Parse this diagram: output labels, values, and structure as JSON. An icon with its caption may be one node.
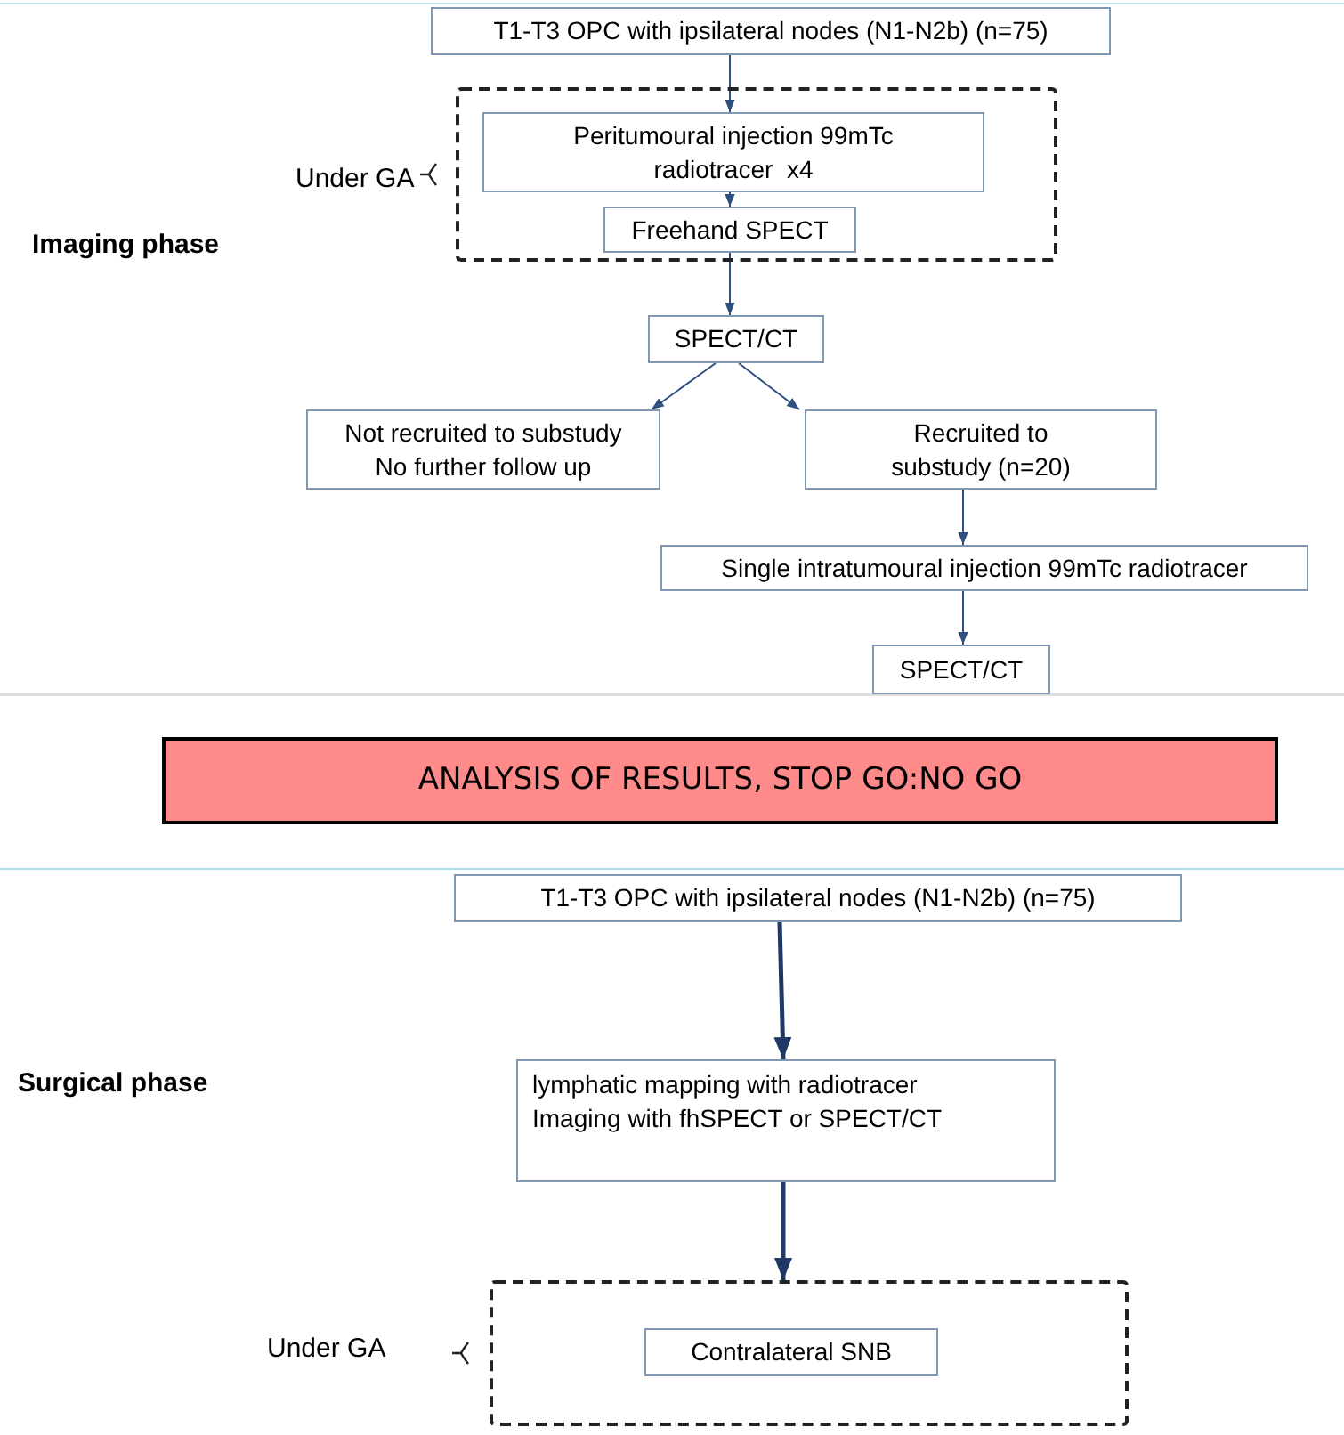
{
  "diagram": {
    "nodes": [
      {
        "text": [
          "T1-T3 OPC with ipsilateral nodes (N1-N2b) (n=75)"
        ]
      },
      {
        "text": [],
        "shape": "box",
        "beside": [
          "Under GA"
        ]
      },
      {
        "text": [
          "Peritumoural injection 99mTc radiotracer  x4"
        ],
        "in": 1
      },
      {
        "text": [
          "Freehand SPECT"
        ],
        "in": 1
      },
      {
        "text": [
          "SPECT/CT"
        ]
      },
      {
        "text": [
          "Not recruited to substudy",
          "No further follow up"
        ]
      },
      {
        "text": [
          "Recruited to substudy (n=20)"
        ]
      },
      {
        "text": [
          "Single intratumoural injection 99mTc radiotracer"
        ]
      },
      {
        "text": [
          "SPECT/CT"
        ]
      },
      {
        "text": [
          "ANALYSIS OF RESULTS, STOP GO:NO GO"
        ]
      },
      {
        "text": [
          "T1-T3 OPC with ipsilateral nodes (N1-N2b) (n=75)"
        ]
      },
      {
        "text": [
          "lymphatic mapping with radiotracer",
          "Imaging with fhSPECT or SPECT/CT"
        ]
      },
      {
        "text": [],
        "shape": "box",
        "beside": [
          "Under GA"
        ]
      },
      {
        "text": [
          "Contralateral SNB"
        ],
        "in": 12
      }
    ],
    "edges": [
      {
        "from": 0,
        "to": 2,
        "arrow": "to"
      },
      {
        "from": 2,
        "to": 3,
        "arrow": "to"
      },
      {
        "from": 3,
        "to": 4,
        "arrow": "to"
      },
      {
        "from": 4,
        "to": 5,
        "arrow": "to"
      },
      {
        "from": 4,
        "to": 6,
        "arrow": "to"
      },
      {
        "from": 6,
        "to": 7,
        "arrow": "to"
      },
      {
        "from": 7,
        "to": 8,
        "arrow": "to"
      },
      {
        "from": 10,
        "to": 11,
        "arrow": "to",
        "style": "thick"
      },
      {
        "from": 11,
        "to": 12,
        "arrow": "to",
        "style": "thick"
      }
    ],
    "labels": [
      "Imaging phase",
      "Surgical phase"
    ]
  }
}
